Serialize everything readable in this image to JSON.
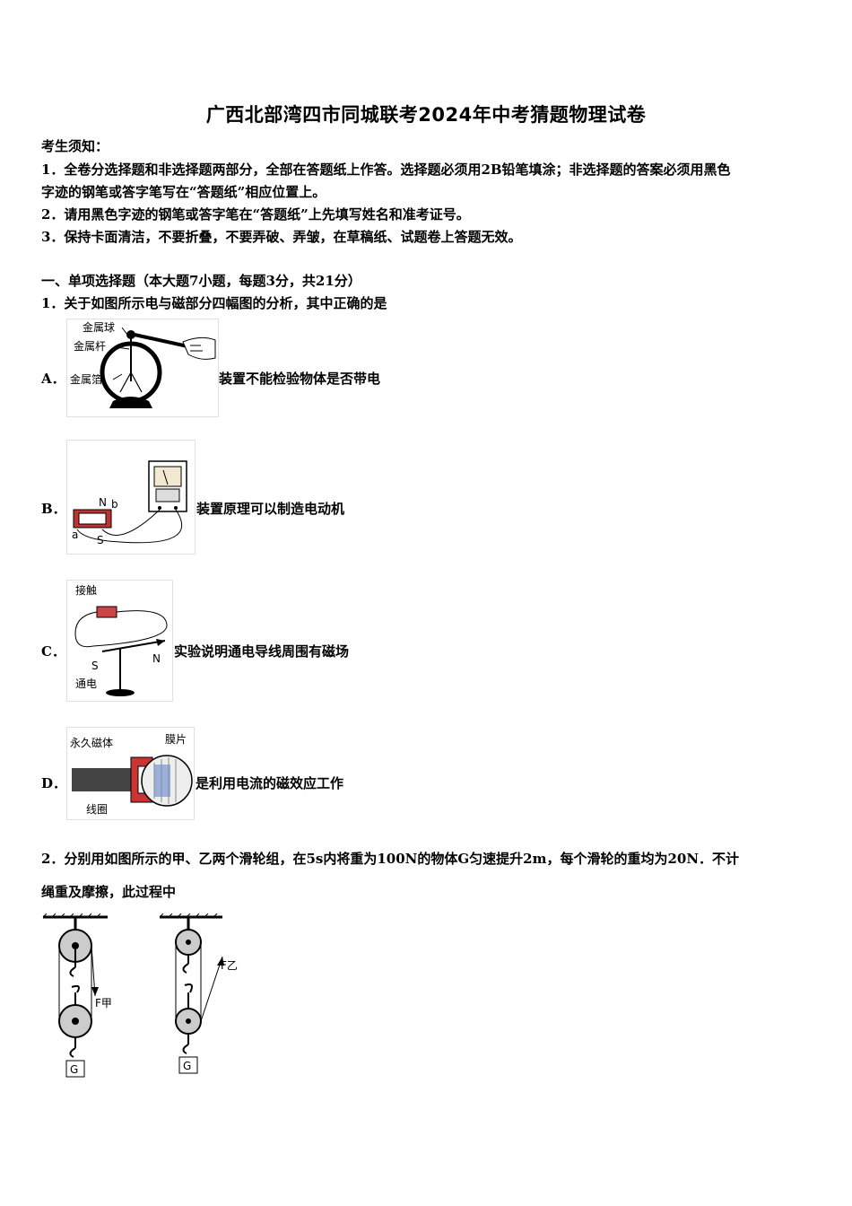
{
  "title": "广西北部湾四市同城联考2024年中考猜题物理试卷",
  "notice": {
    "heading": "考生须知：",
    "item1_line1": "1．全卷分选择题和非选择题两部分，全部在答题纸上作答。选择题必须用2B铅笔填涂；非选择题的答案必须用黑色",
    "item1_line2": "字迹的钢笔或答字笔写在“答题纸”相应位置上。",
    "item2": "2．请用黑色字迹的钢笔或答字笔在“答题纸”上先填写姓名和准考证号。",
    "item3": "3．保持卡面清洁，不要折叠，不要弄破、弄皱，在草稿纸、试题卷上答题无效。"
  },
  "section1": {
    "heading": "一、单项选择题（本大题7小题，每题3分，共21分）"
  },
  "q1": {
    "stem": "1．关于如图所示电与磁部分四幅图的分析，其中正确的是",
    "options": [
      {
        "letter": "A．",
        "text": "装置不能检验物体是否带电",
        "labels": [
          "金属球",
          "金属杆",
          "金属箔"
        ]
      },
      {
        "letter": "B．",
        "text": "装置原理可以制造电动机",
        "labels": [
          "N",
          "b",
          "a",
          "S"
        ]
      },
      {
        "letter": "C．",
        "text": "实验说明通电导线周围有磁场",
        "labels": [
          "接触",
          "S",
          "N",
          "通电"
        ]
      },
      {
        "letter": "D．",
        "text": "是利用电流的磁效应工作",
        "labels": [
          "永久磁体",
          "膜片",
          "线圈"
        ]
      }
    ]
  },
  "q2": {
    "stem_line1": "2．分别用如图所示的甲、乙两个滑轮组，在5s内将重为100N的物体G匀速提升2m，每个滑轮的重均为20N．不计",
    "stem_line2": "绳重及摩擦，此过程中",
    "labels": {
      "f_jia": "F甲",
      "f_yi": "F乙",
      "g1": "G",
      "g2": "G"
    }
  }
}
